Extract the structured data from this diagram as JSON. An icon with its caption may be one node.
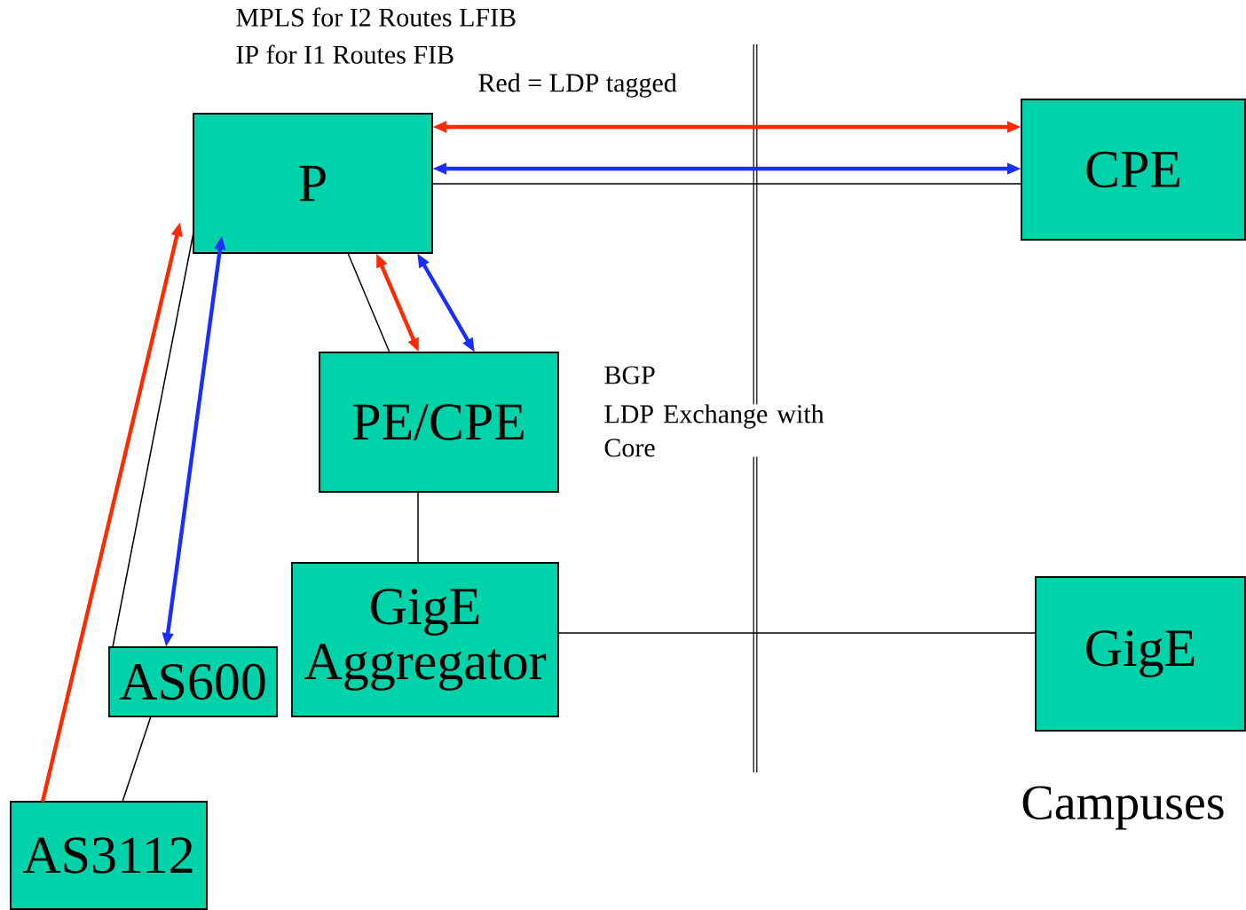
{
  "diagram": {
    "nodes": [
      {
        "text": [
          "P"
        ]
      },
      {
        "text": [
          "CPE"
        ]
      },
      {
        "text": [
          "PE/CPE"
        ]
      },
      {
        "text": [
          "GigE Aggregator"
        ]
      },
      {
        "text": [
          "AS600"
        ]
      },
      {
        "text": [
          "AS3112"
        ]
      },
      {
        "text": [
          "GigE"
        ]
      }
    ],
    "edges": [
      {
        "from": 0,
        "to": 1,
        "arrow": "both",
        "style": "thick",
        "color": "#ff2a00"
      },
      {
        "from": 0,
        "to": 1,
        "arrow": "both",
        "style": "thick",
        "color": "#1a2fff"
      },
      {
        "from": 0,
        "to": 1,
        "arrow": "none"
      },
      {
        "from": 0,
        "to": 2,
        "arrow": "none"
      },
      {
        "from": 0,
        "to": 2,
        "arrow": "both",
        "style": "thick",
        "color": "#ff2a00"
      },
      {
        "from": 0,
        "to": 2,
        "arrow": "both",
        "style": "thick",
        "color": "#1a2fff"
      },
      {
        "from": 2,
        "to": 3,
        "arrow": "none"
      },
      {
        "from": 3,
        "to": 6,
        "arrow": "none"
      },
      {
        "from": 0,
        "to": 4,
        "arrow": "none"
      },
      {
        "from": 4,
        "to": 0,
        "arrow": "both",
        "style": "thick",
        "color": "#1a2fff"
      },
      {
        "from": 5,
        "to": 0,
        "arrow": "to",
        "style": "thick",
        "color": "#ff2a00"
      },
      {
        "from": 4,
        "to": 5,
        "arrow": "none"
      }
    ],
    "labels": [
      "MPLS for I2 Routes LFIB",
      "IP for I1 Routes FIB",
      "Red = LDP tagged",
      "BGP",
      "LDP Exchange with Core",
      "Campuses"
    ]
  }
}
